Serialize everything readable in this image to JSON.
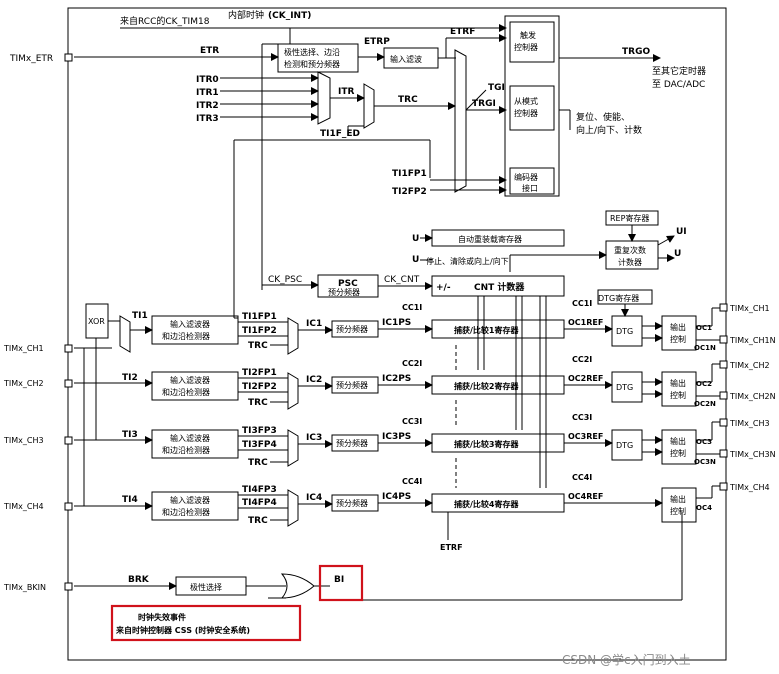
{
  "title_top": "来自RCC的CK_TIM18",
  "internal_clock": "内部时钟",
  "ck_int": "(CK_INT)",
  "etr_pin": "TIMx_ETR",
  "etr": "ETR",
  "etrp": "ETRP",
  "etrf": "ETRF",
  "polarity_box": [
    "极性选择、边沿",
    "检测和预分频器"
  ],
  "input_filter": "输入滤波",
  "trigger_ctrl": [
    "触发",
    "控制器"
  ],
  "slave_ctrl": [
    "从模式",
    "控制器"
  ],
  "encoder_if": [
    "编码器",
    "接口"
  ],
  "trgo": "TRGO",
  "to_other": [
    "至其它定时器",
    "至 DAC/ADC"
  ],
  "itr": [
    "ITR0",
    "ITR1",
    "ITR2",
    "ITR3"
  ],
  "itr_label": "ITR",
  "trc": "TRC",
  "tgi": "TGI",
  "trgi": "TRGI",
  "ti1f_ed": "TI1F_ED",
  "ti1fp1": "TI1FP1",
  "ti2fp2": "TI2FP2",
  "reset_note": [
    "复位、使能、",
    "向上/向下、计数"
  ],
  "rep_reg": "REP寄存器",
  "rep_counter": [
    "重复次数",
    "计数器"
  ],
  "u": "U",
  "ui": "UI",
  "autoreload": "自动重装载寄存器",
  "stop_note": "停止、清除或向上/向下",
  "ck_psc": "CK_PSC",
  "psc": "PSC",
  "psc_sub": "预分频器",
  "ck_cnt": "CK_CNT",
  "cnt_dir": "+/-",
  "cnt": "CNT 计数器",
  "xor": "XOR",
  "ti": [
    "TI1",
    "TI2",
    "TI3",
    "TI4"
  ],
  "ch_pins": [
    "TIMx_CH1",
    "TIMx_CH2",
    "TIMx_CH3",
    "TIMx_CH4"
  ],
  "filter_box": [
    "输入滤波器",
    "和边沿检测器"
  ],
  "tifp": [
    [
      "TI1FP1",
      "TI1FP2"
    ],
    [
      "TI2FP1",
      "TI2FP2"
    ],
    [
      "TI3FP3",
      "TI3FP4"
    ],
    [
      "TI4FP3",
      "TI4FP4"
    ]
  ],
  "ic": [
    "IC1",
    "IC2",
    "IC3",
    "IC4"
  ],
  "prescaler": "预分频器",
  "icps": [
    "IC1PS",
    "IC2PS",
    "IC3PS",
    "IC4PS"
  ],
  "cci": [
    "CC1I",
    "CC2I",
    "CC3I",
    "CC4I"
  ],
  "ccr": [
    "捕获/比较1寄存器",
    "捕获/比较2寄存器",
    "捕获/比较3寄存器",
    "捕获/比较4寄存器"
  ],
  "ocref": [
    "OC1REF",
    "OC2REF",
    "OC3REF",
    "OC4REF"
  ],
  "dtg_reg": "DTG寄存器",
  "dtg": "DTG",
  "out_ctrl": [
    "输出",
    "控制"
  ],
  "oc": [
    "OC1",
    "OC2",
    "OC3",
    "OC4"
  ],
  "ocn": [
    "OC1N",
    "OC2N",
    "OC3N"
  ],
  "out_pins": [
    "TIMx_CH1",
    "TIMx_CH1N",
    "TIMx_CH2",
    "TIMx_CH2N",
    "TIMx_CH3",
    "TIMx_CH3N",
    "TIMx_CH4"
  ],
  "etrf_bottom": "ETRF",
  "bkin_pin": "TIMx_BKIN",
  "brk": "BRK",
  "polarity": "极性选择",
  "bi": "BI",
  "clock_fail": [
    "时钟失效事件",
    "来自时钟控制器 CSS (时钟安全系统)"
  ],
  "watermark": "CSDN @学c入门到入土",
  "colors": {
    "highlight": "#d0121b",
    "line": "#000000",
    "box_fill": "#ffffff"
  }
}
